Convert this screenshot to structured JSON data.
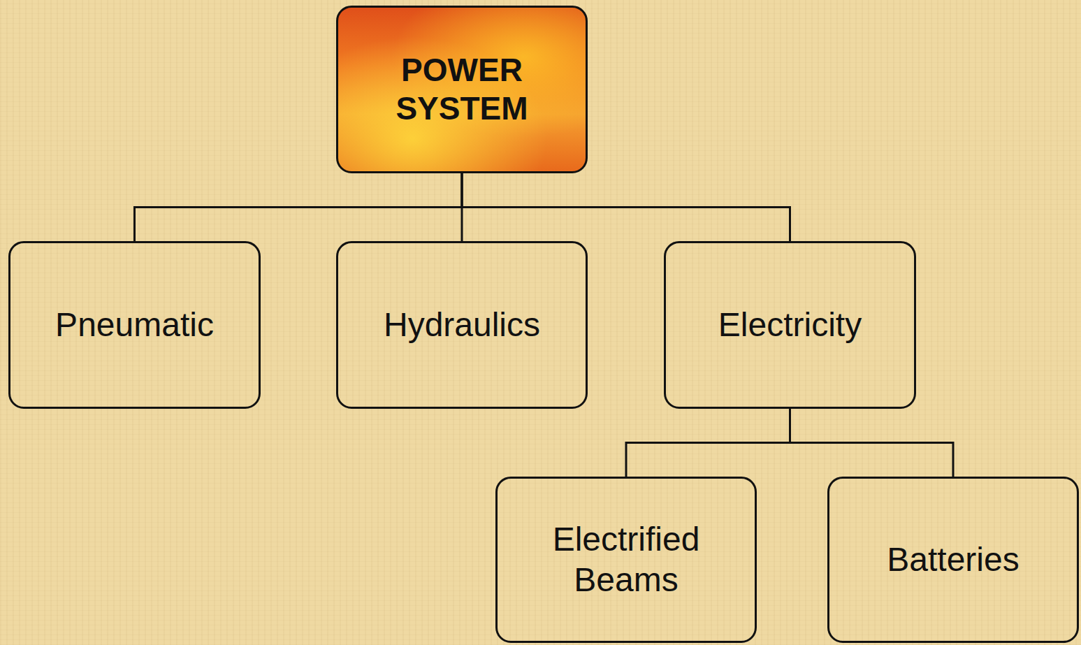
{
  "diagram": {
    "nodes": [
      {
        "text": [
          "POWER SYSTEM"
        ]
      },
      {
        "text": [
          "Pneumatic"
        ]
      },
      {
        "text": [
          "Hydraulics"
        ]
      },
      {
        "text": [
          "Electricity"
        ]
      },
      {
        "text": [
          "Electrified Beams"
        ]
      },
      {
        "text": [
          "Batteries"
        ]
      }
    ],
    "edges": [
      {
        "from": 0,
        "to": 1,
        "arrow": "none"
      },
      {
        "from": 0,
        "to": 2,
        "arrow": "none"
      },
      {
        "from": 0,
        "to": 3,
        "arrow": "none"
      },
      {
        "from": 3,
        "to": 4,
        "arrow": "none"
      },
      {
        "from": 3,
        "to": 5,
        "arrow": "none"
      }
    ]
  }
}
